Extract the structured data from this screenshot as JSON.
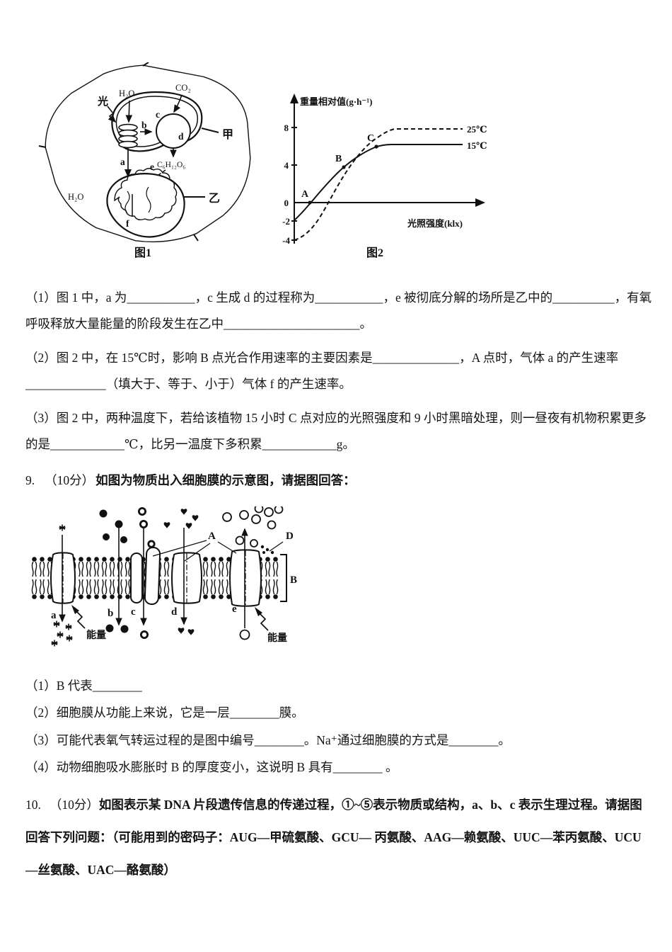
{
  "figure1": {
    "caption": "图1",
    "light": "光",
    "h2o_top": "H₂O",
    "co2": "CO₂",
    "glucose": "C₆H₁₂O₆",
    "h2o_left": "H₂O",
    "organelle_jia": "甲",
    "organelle_yi": "乙",
    "a": "a",
    "b": "b",
    "c": "c",
    "d": "d",
    "e": "e",
    "f": "f"
  },
  "figure2": {
    "caption": "图2",
    "y_label": "重量相对值(g·h⁻¹)",
    "x_label": "光照强度(klx)",
    "ticks": [
      "8",
      "4",
      "0",
      "-2",
      "-4"
    ],
    "point_a": "A",
    "point_b": "B",
    "point_c": "C",
    "curve_25": "25℃",
    "curve_15": "15℃",
    "chart_data": {
      "type": "line",
      "title": "图2",
      "xlabel": "光照强度(klx)",
      "ylabel": "重量相对值(g·h⁻¹)",
      "yticks": [
        8,
        4,
        0,
        -2,
        -4
      ],
      "x_axis_at_y": 0,
      "series": [
        {
          "name": "15℃",
          "line_style": "solid",
          "y_at_zero_light": -2,
          "plateau_value": 6,
          "marked_points": [
            {
              "label": "A",
              "value": 0
            },
            {
              "label": "B",
              "value": 3.5
            },
            {
              "label": "C",
              "value": 6
            }
          ]
        },
        {
          "name": "25℃",
          "line_style": "dashed",
          "y_at_zero_light": -4,
          "plateau_value": 8
        }
      ],
      "legend_position": "right-of-curves"
    }
  },
  "membrane": {
    "A": "A",
    "B": "B",
    "D": "D",
    "a": "a",
    "b": "b",
    "c": "c",
    "d": "d",
    "e": "e",
    "energy_left": "能量",
    "energy_right": "能量"
  },
  "q8": {
    "parts": [
      "（1）图 1 中，a 为___________，c 生成 d 的过程称为___________，e 被彻底分解的场所是乙中的__________，有氧呼吸释放大量能量的阶段发生在乙中______________________。",
      "（2）图 2 中，在 15℃时，影响 B 点光合作用速率的主要因素是______________，A 点时，气体 a 的产生速率_____________（填大于、等于、小于）气体 f 的产生速率。",
      "（3）图 2 中，两种温度下，若给该植物 15 小时 C 点对应的光照强度和 9 小时黑暗处理，则一昼夜有机物积累更多的是____________℃，比另一温度下多积累____________g。"
    ]
  },
  "q9": {
    "num": "9.",
    "score": "（10分）",
    "stem": "如图为物质出入细胞膜的示意图，请据图回答：",
    "parts": [
      "（1）B 代表________",
      "（2）细胞膜从功能上来说，它是一层________膜。",
      "（3）可能代表氧气转运过程的是图中编号________。Na⁺通过细胞膜的方式是________。",
      "（4）动物细胞吸水膨胀时 B 的厚度变小，这说明 B 具有________ 。"
    ]
  },
  "q10": {
    "num": "10.",
    "score": "（10分）",
    "stem": "如图表示某 DNA 片段遗传信息的传递过程，①~⑤表示物质或结构，a、b、c 表示生理过程。请据图回答下列问题：（可能用到的密码子：AUG—甲硫氨酸、GCU— 丙氨酸、AAG—赖氨酸、UUC—苯丙氨酸、UCU—丝氨酸、UAC—酪氨酸）"
  }
}
